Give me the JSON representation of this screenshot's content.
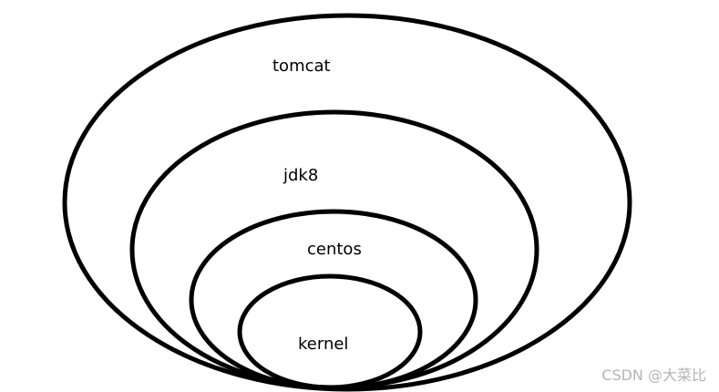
{
  "diagram": {
    "layers": [
      {
        "label": "tomcat"
      },
      {
        "label": "jdk8"
      },
      {
        "label": "centos"
      },
      {
        "label": "kernel"
      }
    ],
    "stroke_color": "#000000"
  },
  "watermark": {
    "text": "CSDN @大菜比"
  }
}
